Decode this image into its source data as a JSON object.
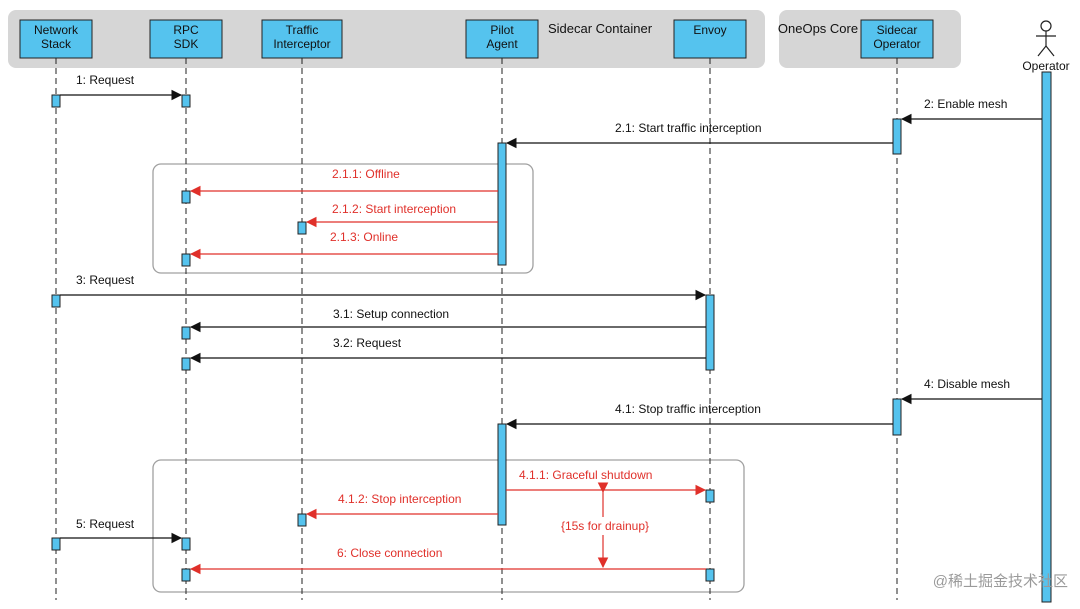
{
  "containers": {
    "sidecar": "Sidecar Container",
    "oneops": "OneOps Core"
  },
  "participants": {
    "network_stack": "Network Stack",
    "rpc_sdk": "RPC SDK",
    "traffic_interceptor": "Traffic Interceptor",
    "pilot_agent": "Pilot Agent",
    "envoy": "Envoy",
    "sidecar_operator": "Sidecar Operator",
    "operator": "Operator"
  },
  "messages": {
    "m1": "1: Request",
    "m2": "2: Enable mesh",
    "m21": "2.1: Start traffic interception",
    "m211": "2.1.1: Offline",
    "m212": "2.1.2: Start interception",
    "m213": "2.1.3: Online",
    "m3": "3: Request",
    "m31": "3.1: Setup connection",
    "m32": "3.2: Request",
    "m4": "4: Disable mesh",
    "m41": "4.1: Stop traffic interception",
    "m411": "4.1.1: Graceful shutdown",
    "m412": "4.1.2: Stop interception",
    "m5": "5: Request",
    "m6": "6: Close connection"
  },
  "annotation": "{15s for drainup}",
  "watermark": "@稀土掘金技术社区",
  "colors": {
    "participant_fill": "#55c3ee",
    "lifeline": "#222222",
    "message_black": "#111111",
    "message_red": "#e0302a",
    "container_fill": "#d6d6d6",
    "frame_stroke": "#a0a0a0"
  }
}
